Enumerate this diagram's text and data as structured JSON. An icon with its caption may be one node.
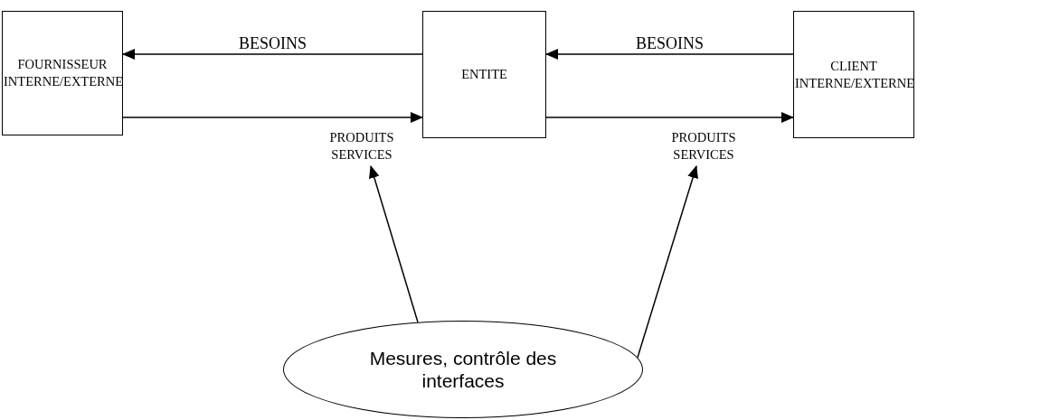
{
  "diagram": {
    "nodes": [
      {
        "text": [
          "FOURNISSEUR INTERNE/EXTERNE"
        ]
      },
      {
        "text": [
          "ENTITE"
        ]
      },
      {
        "text": [
          "CLIENT INTERNE/EXTERNE"
        ]
      },
      {
        "text": [
          "Mesures, contrôle des interfaces"
        ]
      },
      {
        "text": [
          "PRODUITS SERVICES"
        ]
      },
      {
        "text": [
          "PRODUITS SERVICES"
        ]
      }
    ],
    "edges": [
      {
        "from": 1,
        "to": 0,
        "arrow": "to",
        "label": "BESOINS"
      },
      {
        "from": 0,
        "to": 1,
        "arrow": "to"
      },
      {
        "from": 2,
        "to": 1,
        "arrow": "to",
        "label": "BESOINS"
      },
      {
        "from": 1,
        "to": 2,
        "arrow": "to"
      },
      {
        "from": 3,
        "to": 4,
        "arrow": "to"
      },
      {
        "from": 3,
        "to": 5,
        "arrow": "to"
      }
    ]
  }
}
